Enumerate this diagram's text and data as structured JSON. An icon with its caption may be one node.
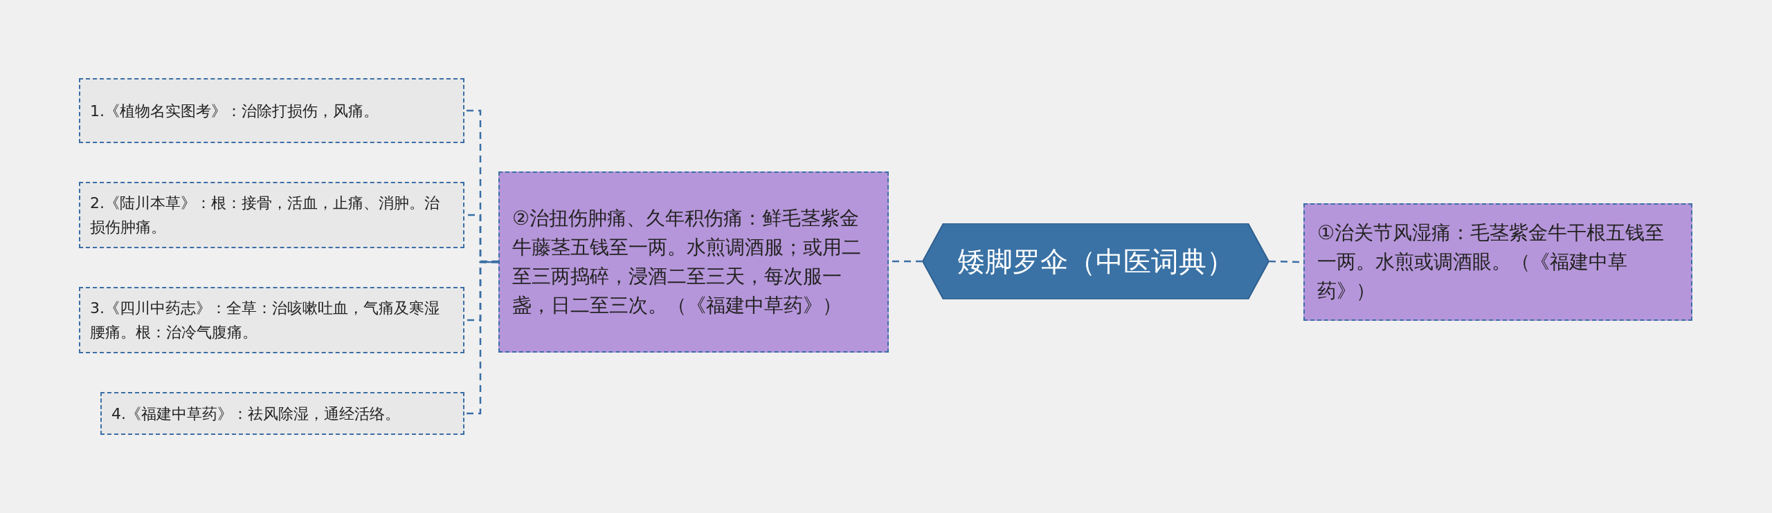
{
  "diagram": {
    "nodes": [
      {
        "text": [
          "矮脚罗伞（中医词典）"
        ]
      },
      {
        "text": [
          "①治关节风湿痛：毛茎紫金牛干根五钱至一两。水煎或调酒眼。（《福建中草药》）"
        ]
      },
      {
        "text": [
          "②治扭伤肿痛、久年积伤痛：鲜毛茎紫金牛藤茎五钱至一两。水煎调酒服；或用二至三两捣碎，浸酒二至三天，每次服一盏，日二至三次。（《福建中草药》）"
        ]
      },
      {
        "text": [
          "1.《植物名实图考》：治除打损伤，风痛。"
        ]
      },
      {
        "text": [
          "2.《陆川本草》：根：接骨，活血，止痛、消肿。治损伤肿痛。"
        ]
      },
      {
        "text": [
          "3.《四川中药志》：全草：治咳嗽吐血，气痛及寒湿腰痛。根：治冷气腹痛。"
        ]
      },
      {
        "text": [
          "4.《福建中草药》：祛风除湿，通经活络。"
        ]
      }
    ],
    "edges": [
      {
        "from": 0,
        "to": 1,
        "arrow": "none"
      },
      {
        "from": 0,
        "to": 2,
        "arrow": "none"
      },
      {
        "from": 2,
        "to": 3,
        "arrow": "none"
      },
      {
        "from": 2,
        "to": 4,
        "arrow": "none"
      },
      {
        "from": 2,
        "to": 5,
        "arrow": "none"
      },
      {
        "from": 2,
        "to": 6,
        "arrow": "none"
      }
    ]
  }
}
